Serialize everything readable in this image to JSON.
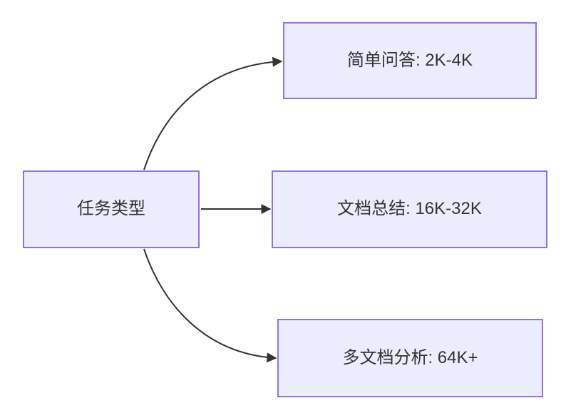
{
  "nodes": {
    "root": {
      "label": "任务类型"
    },
    "branches": [
      {
        "label": "简单问答: 2K-4K"
      },
      {
        "label": "文档总结: 16K-32K"
      },
      {
        "label": "多文档分析: 64K+"
      }
    ]
  },
  "colors": {
    "node_fill": "#ECECFF",
    "node_border": "#9370DB",
    "text_color": "#333333",
    "arrow_color": "#333333",
    "background": "#FFFFFF"
  }
}
